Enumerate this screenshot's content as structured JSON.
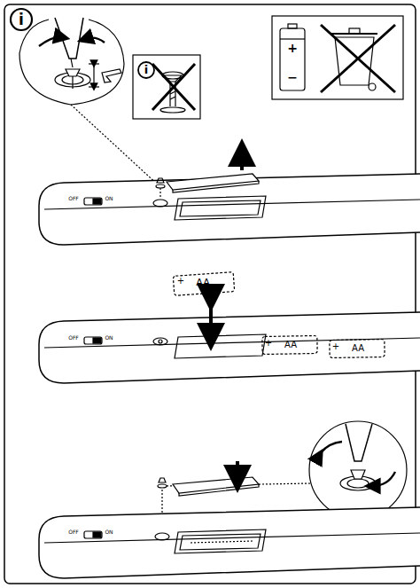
{
  "diagram": {
    "labels": [
      "i",
      "i",
      "+",
      "−",
      "OFF",
      "ON",
      "+",
      "AA",
      "OFF",
      "ON",
      "+",
      "AA",
      "+",
      "AA",
      "OFF",
      "ON"
    ]
  }
}
